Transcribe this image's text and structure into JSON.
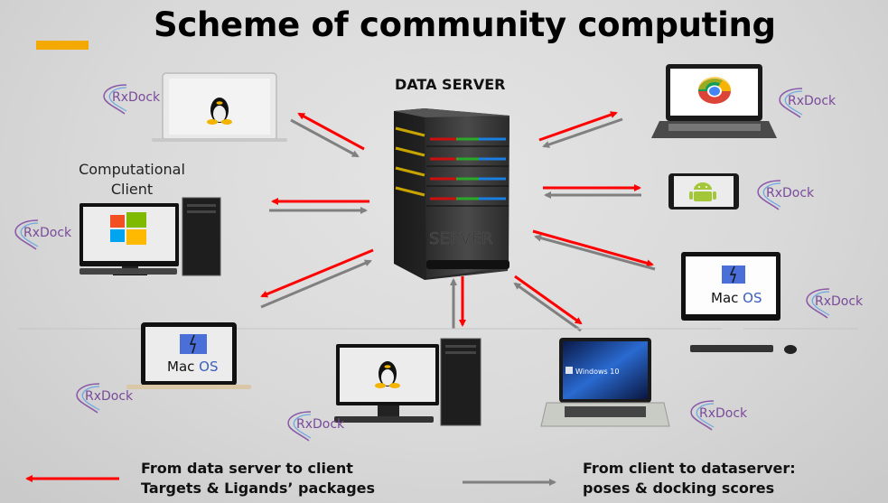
{
  "title": "Scheme of community computing",
  "server": {
    "label": "DATA SERVER",
    "case_text": "SERVER",
    "light_colors": [
      "#c8a400",
      "#cc1010",
      "#2aa82a",
      "#1a7fe0"
    ]
  },
  "computational_client_label": "Computational Client",
  "logo_text": "RxDock",
  "clients": [
    {
      "name": "linux-laptop",
      "device": "laptop",
      "os": "Linux"
    },
    {
      "name": "windows-desktop",
      "device": "desktop",
      "os": "Windows"
    },
    {
      "name": "macos-laptop",
      "device": "laptop",
      "os": "Mac OS"
    },
    {
      "name": "linux-desktop",
      "device": "desktop",
      "os": "Linux"
    },
    {
      "name": "windows10-laptop",
      "device": "laptop",
      "os": "Windows 10"
    },
    {
      "name": "macos-all-in-one",
      "device": "all-in-one",
      "os": "Mac OS"
    },
    {
      "name": "android-phone",
      "device": "phone",
      "os": "Android"
    },
    {
      "name": "chrome-laptop",
      "device": "laptop",
      "os": "Chrome OS"
    }
  ],
  "screen_text": {
    "macos": "Mac",
    "macos_os": "OS",
    "windows10": "Windows 10"
  },
  "legend": [
    {
      "direction": "server-to-client",
      "color": "#ff0000",
      "line1": "From data server to client",
      "line2": "Targets & Ligands’ packages"
    },
    {
      "direction": "client-to-server",
      "color": "#808080",
      "line1": "From client to dataserver:",
      "line2": "poses & docking scores"
    }
  ],
  "colors": {
    "accent": "#f3a900",
    "server_to_client_arrow": "#ff0000",
    "client_to_server_arrow": "#808080",
    "logo": "#7a4a9a"
  }
}
